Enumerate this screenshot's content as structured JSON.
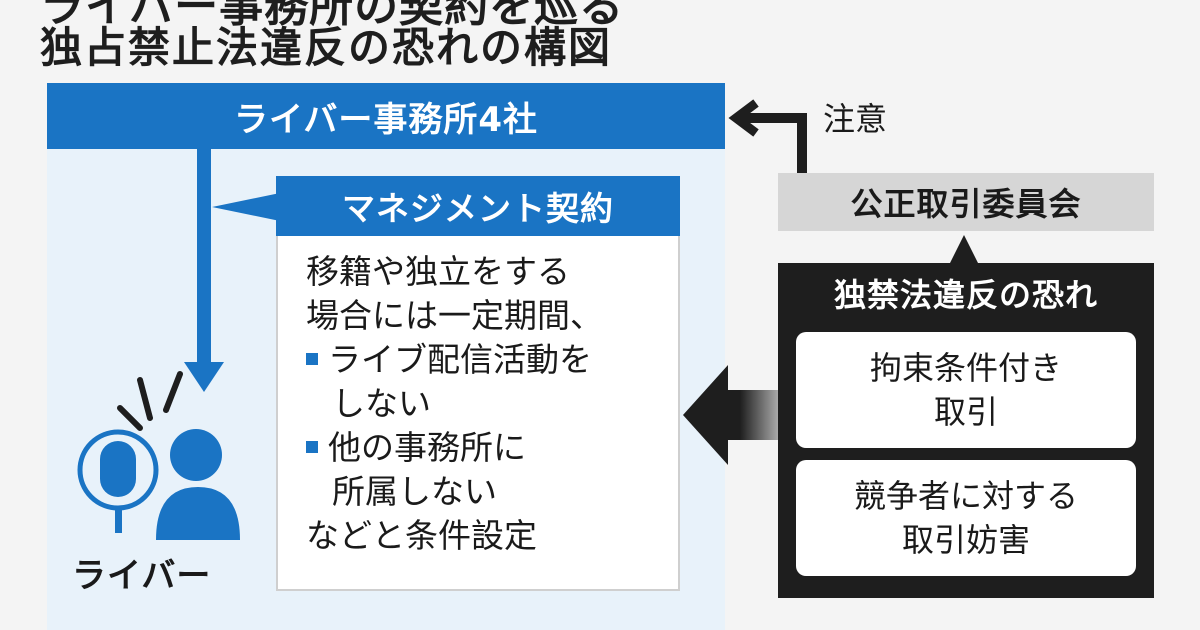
{
  "title": {
    "line1": "ライバー事務所の契約を巡る",
    "line2": "独占禁止法違反の恐れの構図"
  },
  "agencies": {
    "label": "ライバー事務所4社"
  },
  "contract": {
    "header": "マネジメント契約",
    "intro": [
      "移籍や独立をする",
      "場合には一定期間、"
    ],
    "conditions": [
      [
        "ライブ配信活動を",
        "しない"
      ],
      [
        "他の事務所に",
        "所属しない"
      ]
    ],
    "footer": "などと条件設定"
  },
  "liver": {
    "label": "ライバー"
  },
  "ftc": {
    "label": "公正取引委員会",
    "caution": "注意"
  },
  "antitrust_risk": {
    "title": "独禁法違反の恐れ",
    "items": [
      [
        "拘束条件付き",
        "取引"
      ],
      [
        "競争者に対する",
        "取引妨害"
      ]
    ]
  },
  "colors": {
    "blue": "#1a74c4",
    "light_blue": "#e8f2fa",
    "black": "#1e1e1e",
    "gray": "#d6d6d6"
  }
}
